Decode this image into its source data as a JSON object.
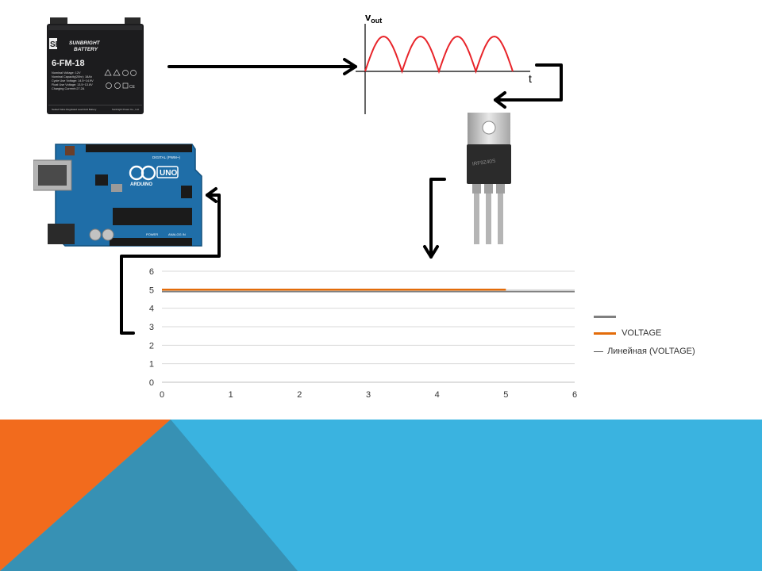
{
  "battery": {
    "brand": "SUNBRIGHT",
    "brand_line2": "BATTERY",
    "logo": "SB",
    "model": "6-FM-18",
    "specs": [
      "Nominal Voltage: 12V",
      "Nominal Capacity(20hr): 18Ah",
      "Cycle Use Voltage: 14.5~14.9V",
      "Float Use Voltage: 13.5~13.8V",
      "Charging Current<27.2A"
    ],
    "footer_left": "Sealed Valve Regulated Lead Acid Battery",
    "footer_right": "Sunbright Power Co., Ltd."
  },
  "waveform": {
    "y_label": "v",
    "y_label_sub": "out",
    "x_label": "t",
    "type": "full-wave rectified",
    "humps": 4,
    "color": "#e8242a"
  },
  "transistor": {
    "marking": "IRF9Z40S"
  },
  "arduino": {
    "label_uno": "UNO",
    "label_arduino": "ARDUINO",
    "label_digital": "DIGITAL (PWM~)",
    "label_power": "POWER",
    "label_analog": "ANALOG IN"
  },
  "chart_data": {
    "type": "line",
    "x_ticks": [
      0,
      1,
      2,
      3,
      4,
      5,
      6
    ],
    "y_ticks": [
      0,
      1,
      2,
      3,
      4,
      5,
      6
    ],
    "xlim": [
      0,
      6
    ],
    "ylim": [
      0,
      6
    ],
    "grid": true,
    "legend_placement": "right",
    "series": [
      {
        "name": "",
        "x": [
          0,
          6
        ],
        "y": [
          4.9,
          4.9
        ],
        "color": "#7f7f7f",
        "style": "line"
      },
      {
        "name": "VOLTAGE",
        "x": [
          0,
          1,
          2,
          3,
          4,
          5
        ],
        "y": [
          5,
          5,
          5,
          5,
          5,
          5
        ],
        "color": "#e36c0a",
        "style": "line"
      },
      {
        "name": "Линейная (VOLTAGE)",
        "x": [
          0,
          6
        ],
        "y": [
          4.92,
          4.92
        ],
        "color": "#cfcfcf",
        "style": "trendline"
      }
    ]
  },
  "colors": {
    "accent_blue": "#3ab3e0",
    "accent_orange": "#f26b1d",
    "accent_dark_blue": "#3791b4"
  }
}
